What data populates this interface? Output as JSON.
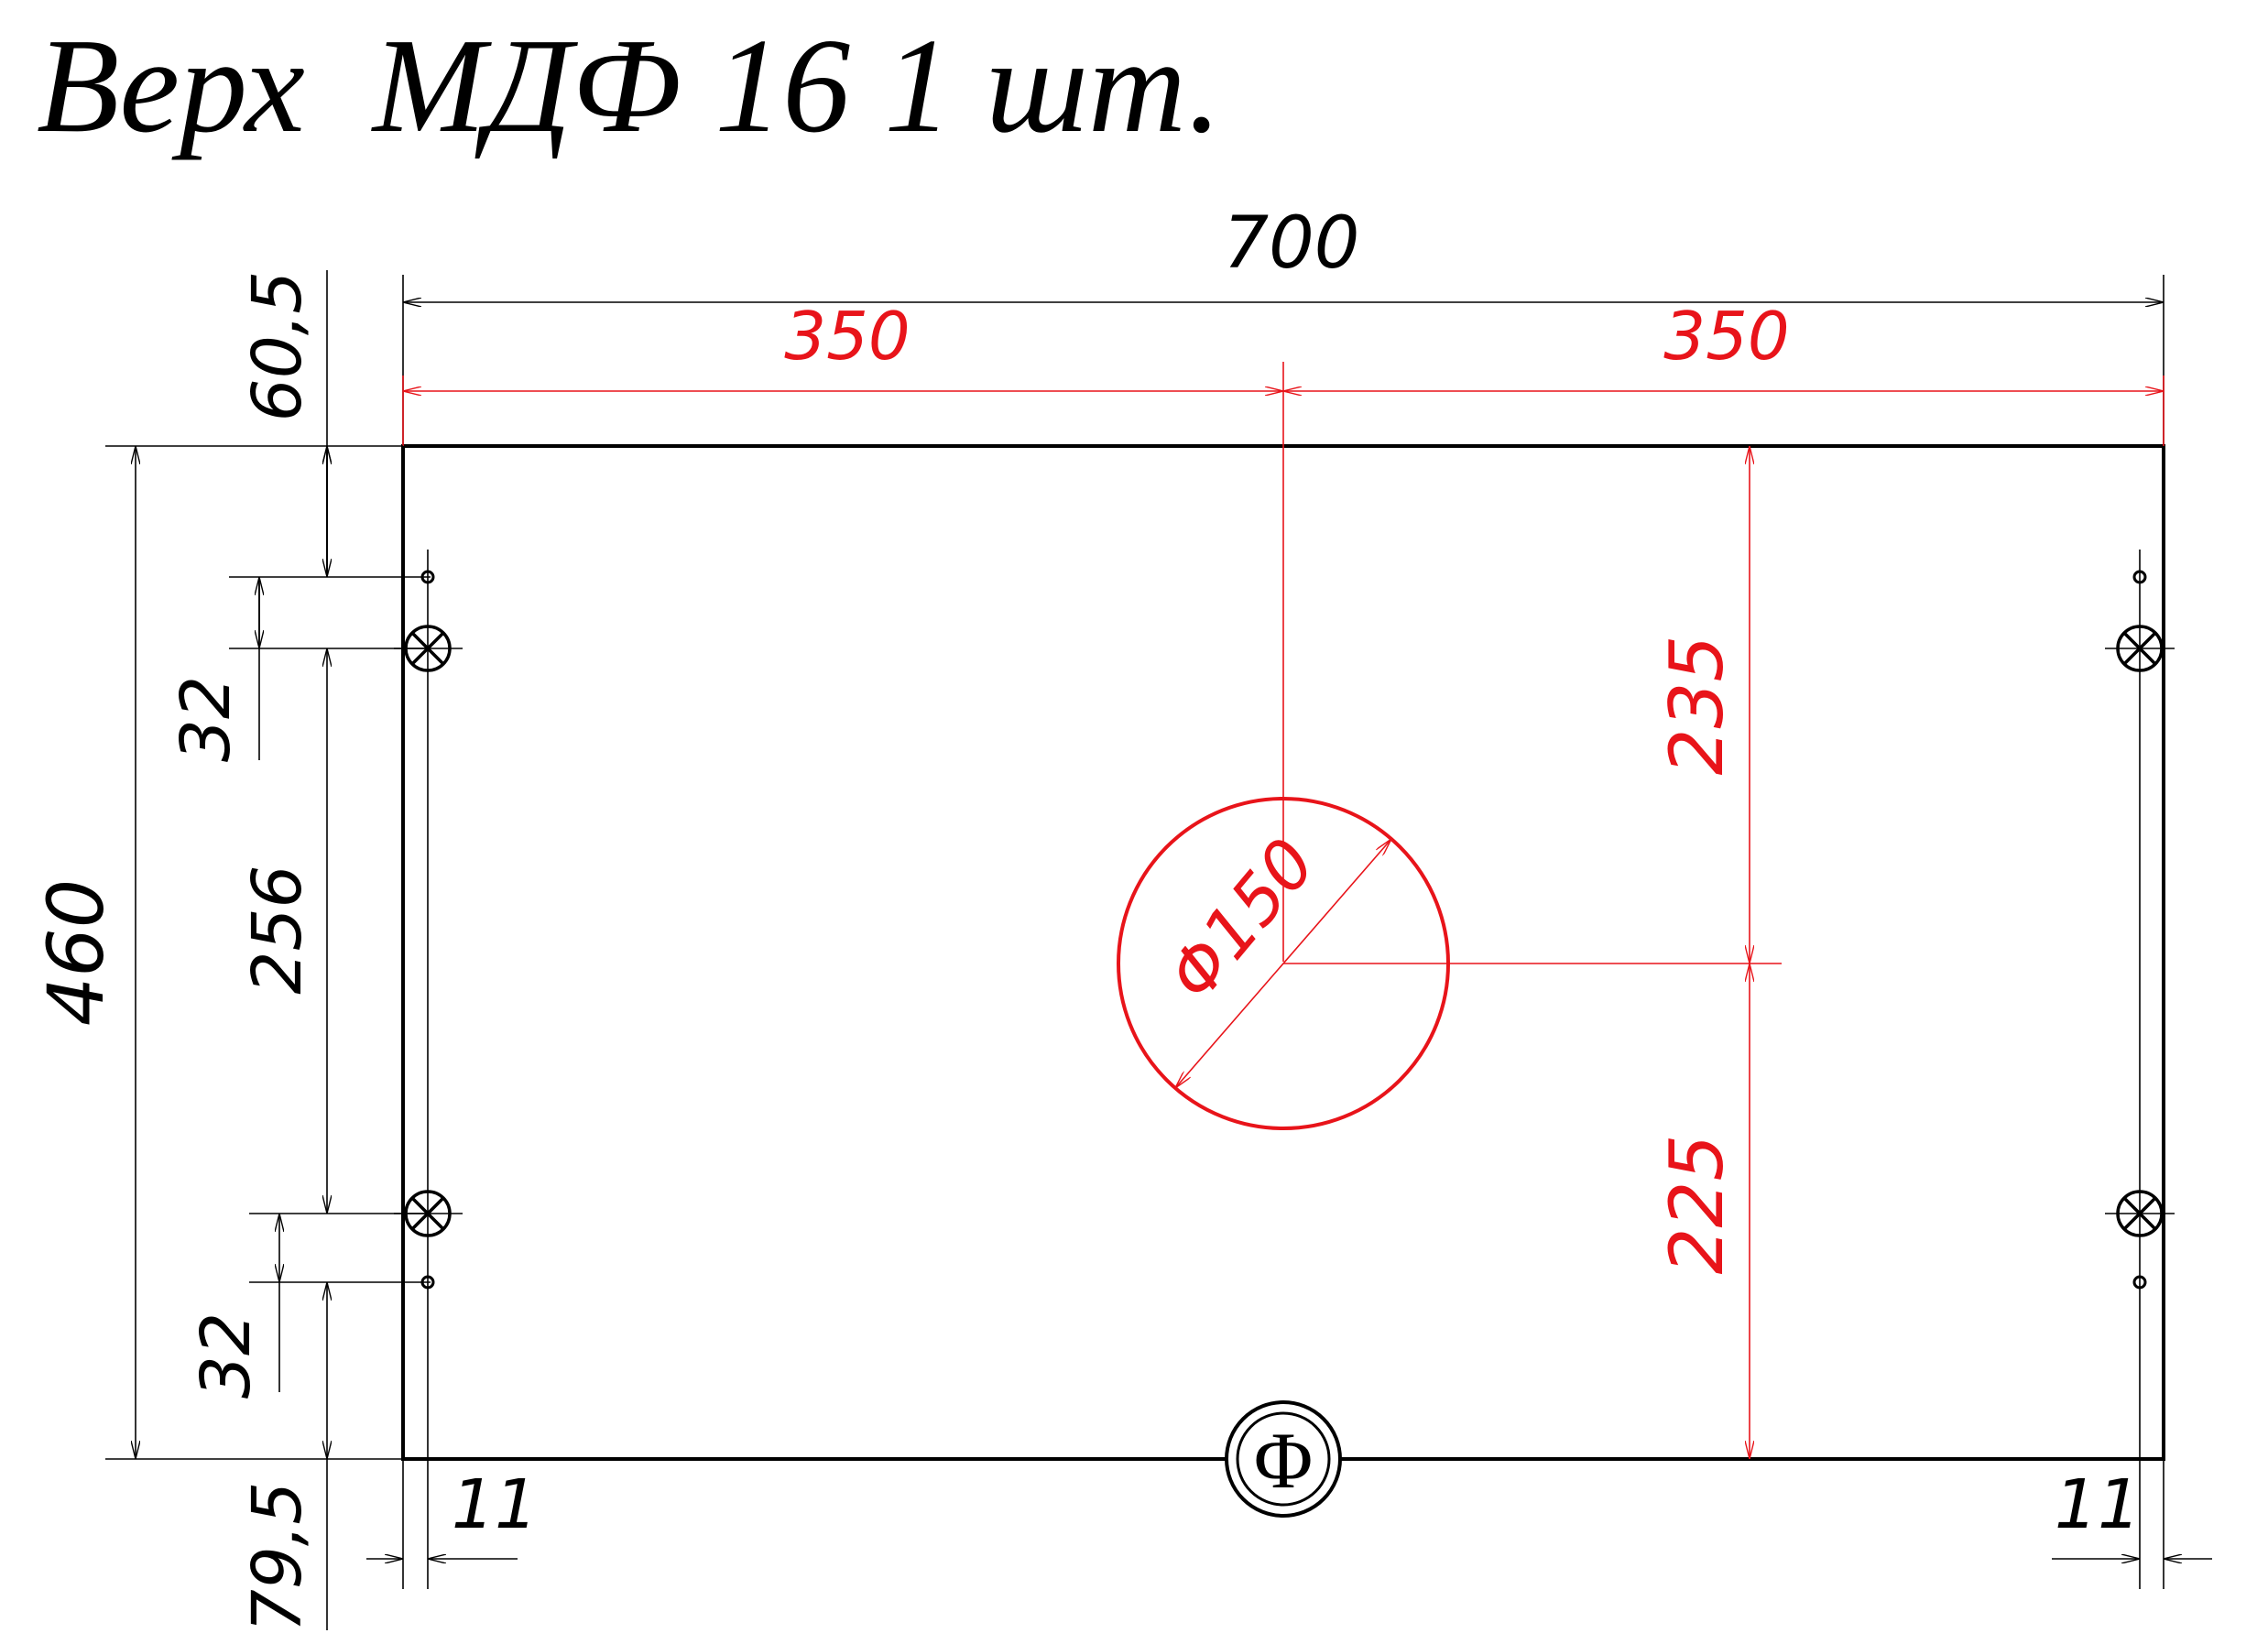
{
  "title": "Верх  МДФ 16 1 шт.",
  "colors": {
    "accent": "#e8141a",
    "line": "#000000"
  },
  "dimensions": {
    "overall_width": "700",
    "half_left": "350",
    "half_right": "350",
    "overall_height": "460",
    "top_offset": "60,5",
    "bottom_offset": "79,5",
    "hole_pitch_top": "32",
    "hole_spacing": "256",
    "hole_pitch_bottom": "32",
    "edge_left": "11",
    "edge_right": "11",
    "center_top": "235",
    "center_bottom": "225",
    "circle_diameter": "Φ150"
  },
  "mark_symbol": "Φ"
}
